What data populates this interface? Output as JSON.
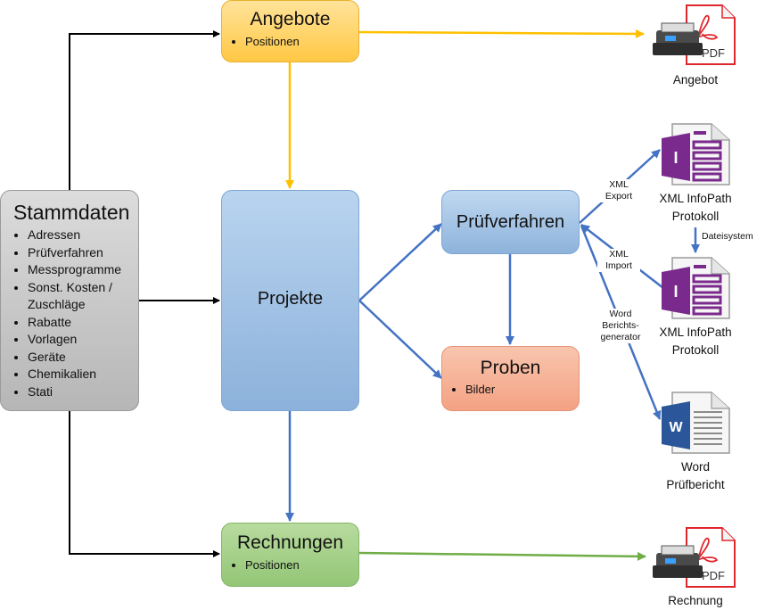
{
  "nodes": {
    "stammdaten": {
      "title": "Stammdaten",
      "items": [
        "Adressen",
        "Prüfverfahren",
        "Messprogramme",
        "Sonst. Kosten /",
        "Zuschläge",
        "Rabatte",
        "Vorlagen",
        "Geräte",
        "Chemikalien",
        "Stati"
      ]
    },
    "angebote": {
      "title": "Angebote",
      "items": [
        "Positionen"
      ]
    },
    "projekte": {
      "title": "Projekte"
    },
    "pruefverfahren": {
      "title": "Prüfverfahren"
    },
    "proben": {
      "title": "Proben",
      "items": [
        "Bilder"
      ]
    },
    "rechnungen": {
      "title": "Rechnungen",
      "items": [
        "Positionen"
      ]
    }
  },
  "outputs": {
    "angebot": {
      "label": "Angebot",
      "icon": "printer-pdf-icon",
      "pdf_text": "PDF"
    },
    "infopath_export": {
      "label_line1": "XML InfoPath",
      "label_line2": "Protokoll",
      "icon": "infopath-icon",
      "glyph": "I"
    },
    "infopath_import": {
      "label_line1": "XML InfoPath",
      "label_line2": "Protokoll",
      "icon": "infopath-icon",
      "glyph": "I"
    },
    "word": {
      "label_line1": "Word",
      "label_line2": "Prüfbericht",
      "icon": "word-icon",
      "glyph": "W"
    },
    "rechnung": {
      "label": "Rechnung",
      "icon": "printer-pdf-icon",
      "pdf_text": "PDF"
    }
  },
  "edge_labels": {
    "xml_export": {
      "line1": "XML",
      "line2": "Export"
    },
    "xml_import": {
      "line1": "XML",
      "line2": "Import"
    },
    "word_generator": {
      "line1": "Word",
      "line2": "Berichts-",
      "line3": "generator"
    },
    "dateisystem": "Dateisystem"
  },
  "colors": {
    "black_arrow": "#000000",
    "blue_arrow": "#4472c4",
    "orange_arrow": "#ffc000",
    "green_arrow": "#70ad47",
    "pdf_red": "#e0262d",
    "infopath_purple": "#7a2a8c",
    "word_blue": "#2b579a"
  }
}
